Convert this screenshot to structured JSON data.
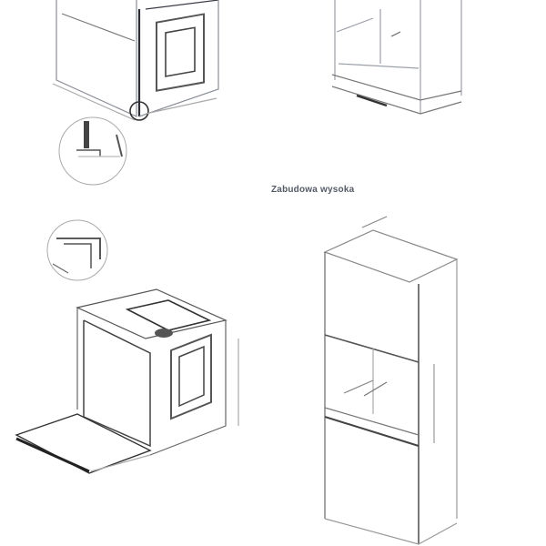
{
  "diagram": {
    "title": "Zabudowa wysoka",
    "panels": [
      {
        "id": "oven-undercounter-top",
        "description": "Oven in under-counter cabinet (cropped top-left)"
      },
      {
        "id": "cabinet-undercounter-top",
        "description": "Under-counter cabinet niche (cropped top-right)"
      },
      {
        "id": "detail-circle-foot",
        "description": "Zoom detail of mounting foot"
      },
      {
        "id": "detail-circle-screw",
        "description": "Zoom detail of fixing screw"
      },
      {
        "id": "oven-open-door",
        "description": "Oven with open door, isometric"
      },
      {
        "id": "tall-cabinet",
        "description": "Tall built-in cabinet with oven niche"
      }
    ],
    "colors": {
      "line": "#3a3d44",
      "light_line": "#9ca0a8",
      "background": "#ffffff"
    }
  }
}
